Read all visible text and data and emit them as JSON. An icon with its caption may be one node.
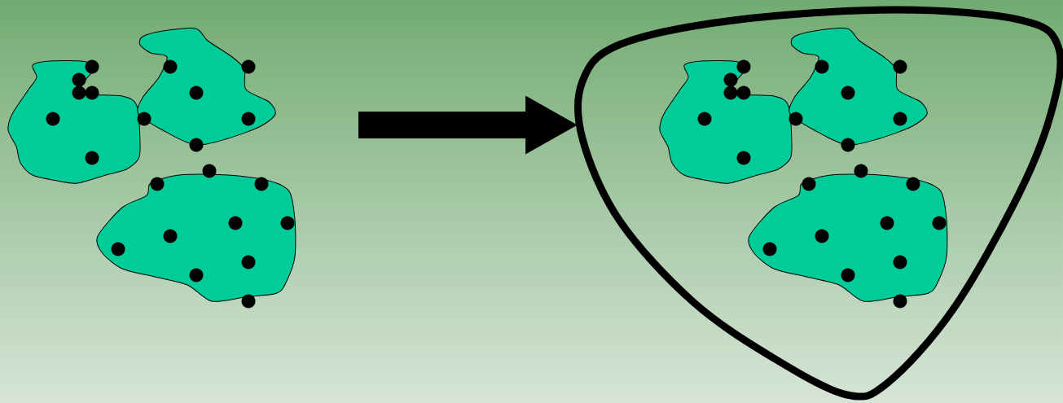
{
  "diagram": {
    "nodes": [
      {
        "text": [],
        "shape": "blob"
      },
      {
        "text": [],
        "shape": "blob"
      },
      {
        "text": [],
        "shape": "blob"
      },
      {
        "text": [],
        "shape": "loop"
      },
      {
        "text": [],
        "shape": "blob",
        "in": 3
      },
      {
        "text": [],
        "shape": "blob",
        "in": 3
      },
      {
        "text": [],
        "shape": "blob",
        "in": 3
      }
    ],
    "edges": [
      {
        "from": null,
        "to": 3,
        "arrow": "to"
      }
    ]
  }
}
